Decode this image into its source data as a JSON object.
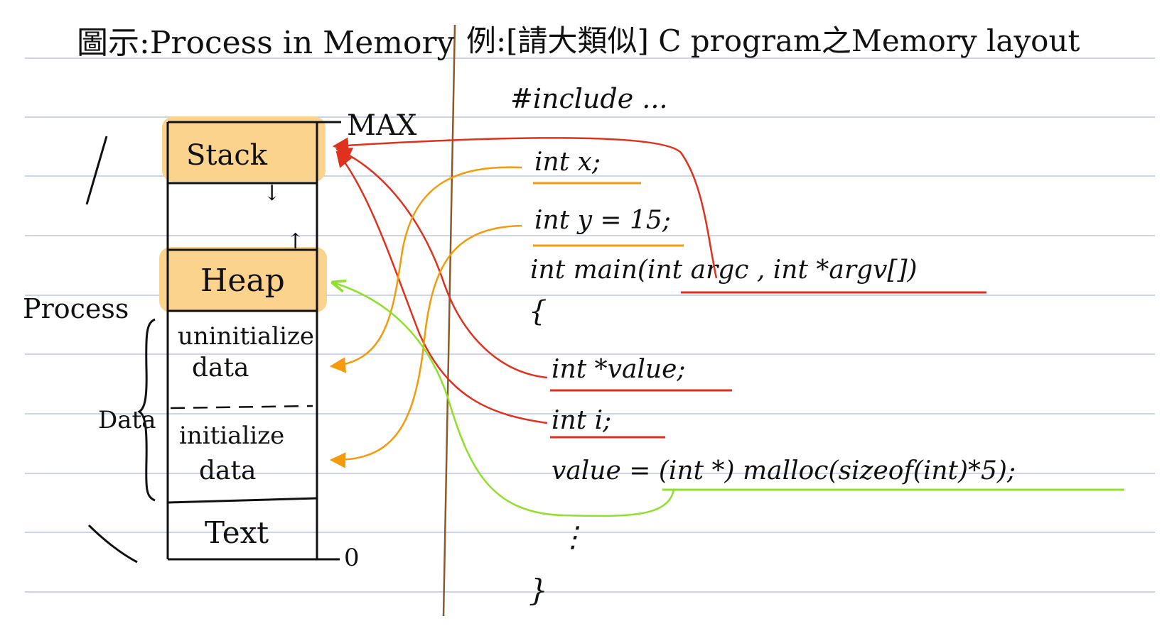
{
  "left_panel": {
    "title": "圖示:Process in Memory",
    "side_label": "Process",
    "data_label": "Data",
    "max_label": "MAX",
    "zero_label": "0",
    "segments": {
      "stack": "Stack",
      "heap": "Heap",
      "uninit_line1": "uninitialize",
      "uninit_line2": "data",
      "init_line1": "initialize",
      "init_line2": "data",
      "text": "Text"
    },
    "stack_grow_arrow": "↓",
    "heap_grow_arrow": "↑"
  },
  "right_panel": {
    "title": "例:[請大類似] C program之Memory layout",
    "code": {
      "include": "#include ...",
      "decl_x": "int x;",
      "decl_y": "int y = 15;",
      "main_sig_prefix": "int main(",
      "main_params": "int argc , int *argv[]",
      "main_sig_suffix": ")",
      "open_brace": "{",
      "decl_value": "int *value;",
      "decl_i": "int i;",
      "malloc_prefix": "value = ",
      "malloc_call": "(int *) malloc(sizeof(int)*5);",
      "ellipsis": "⋮",
      "close_brace": "}"
    }
  },
  "colors": {
    "rule_line": "#b9c6e6",
    "divider": "#8a5a2b",
    "segment_fill": "#fbd38d",
    "stack_arrow": "#e0301e",
    "data_arrow": "#f59a0c",
    "heap_arrow": "#8ee02a",
    "ink": "#111111"
  }
}
